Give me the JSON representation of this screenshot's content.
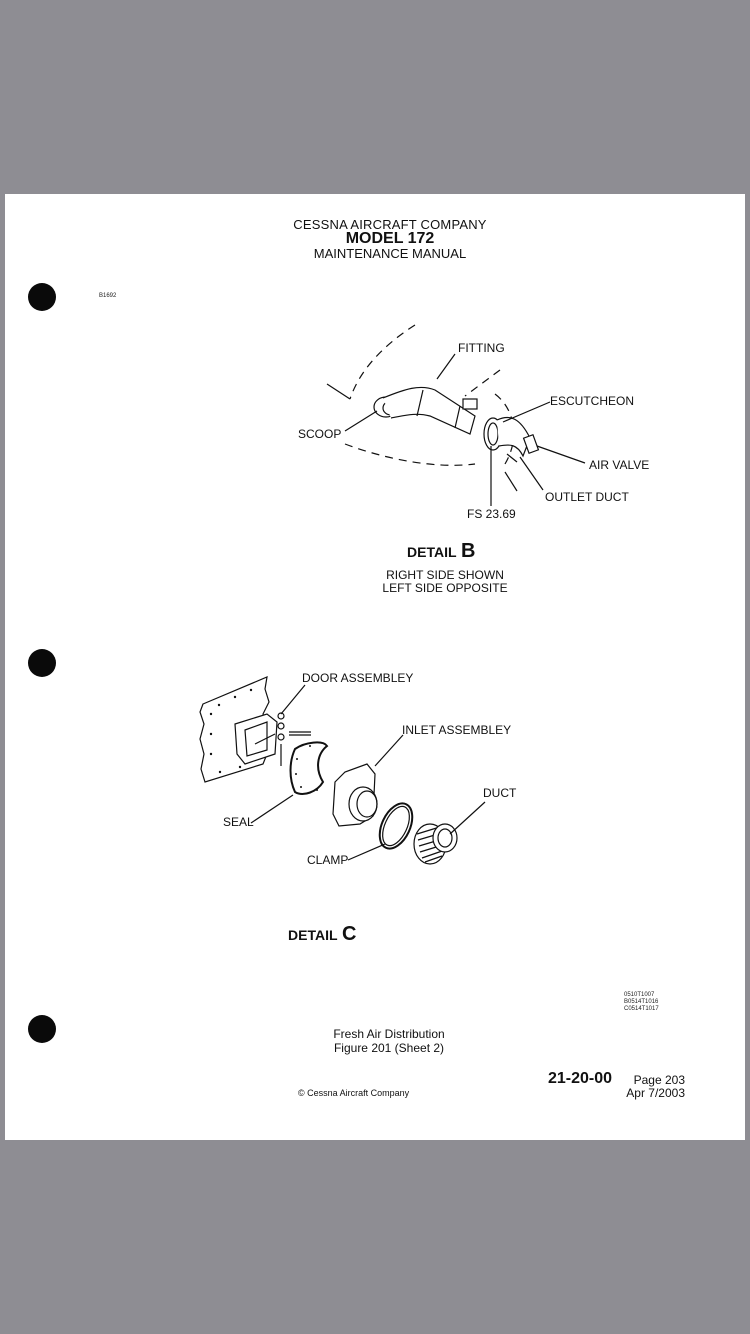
{
  "header": {
    "company": "CESSNA AIRCRAFT COMPANY",
    "model": "MODEL 172",
    "manual": "MAINTENANCE MANUAL"
  },
  "figure_code": "B1692",
  "detail_b": {
    "labels": {
      "fitting": "FITTING",
      "escutcheon": "ESCUTCHEON",
      "scoop": "SCOOP",
      "air_valve": "AIR VALVE",
      "outlet_duct": "OUTLET DUCT",
      "station": "FS 23.69"
    },
    "title_word": "DETAIL",
    "title_letter": "B",
    "subtitle_1": "RIGHT SIDE SHOWN",
    "subtitle_2": "LEFT SIDE OPPOSITE"
  },
  "detail_c": {
    "labels": {
      "door_assembly": "DOOR ASSEMBLEY",
      "inlet_assembly": "INLET ASSEMBLEY",
      "duct": "DUCT",
      "seal": "SEAL",
      "clamp": "CLAMP"
    },
    "title_word": "DETAIL",
    "title_letter": "C"
  },
  "drawing_refs": [
    "0510T1007",
    "B0514T1016",
    "C0514T1017"
  ],
  "caption": {
    "line1": "Fresh Air Distribution",
    "line2": "Figure 201 (Sheet 2)"
  },
  "footer": {
    "chapter": "21-20-00",
    "page": "Page 203",
    "date": "Apr 7/2003",
    "copyright": "© Cessna Aircraft Company"
  }
}
